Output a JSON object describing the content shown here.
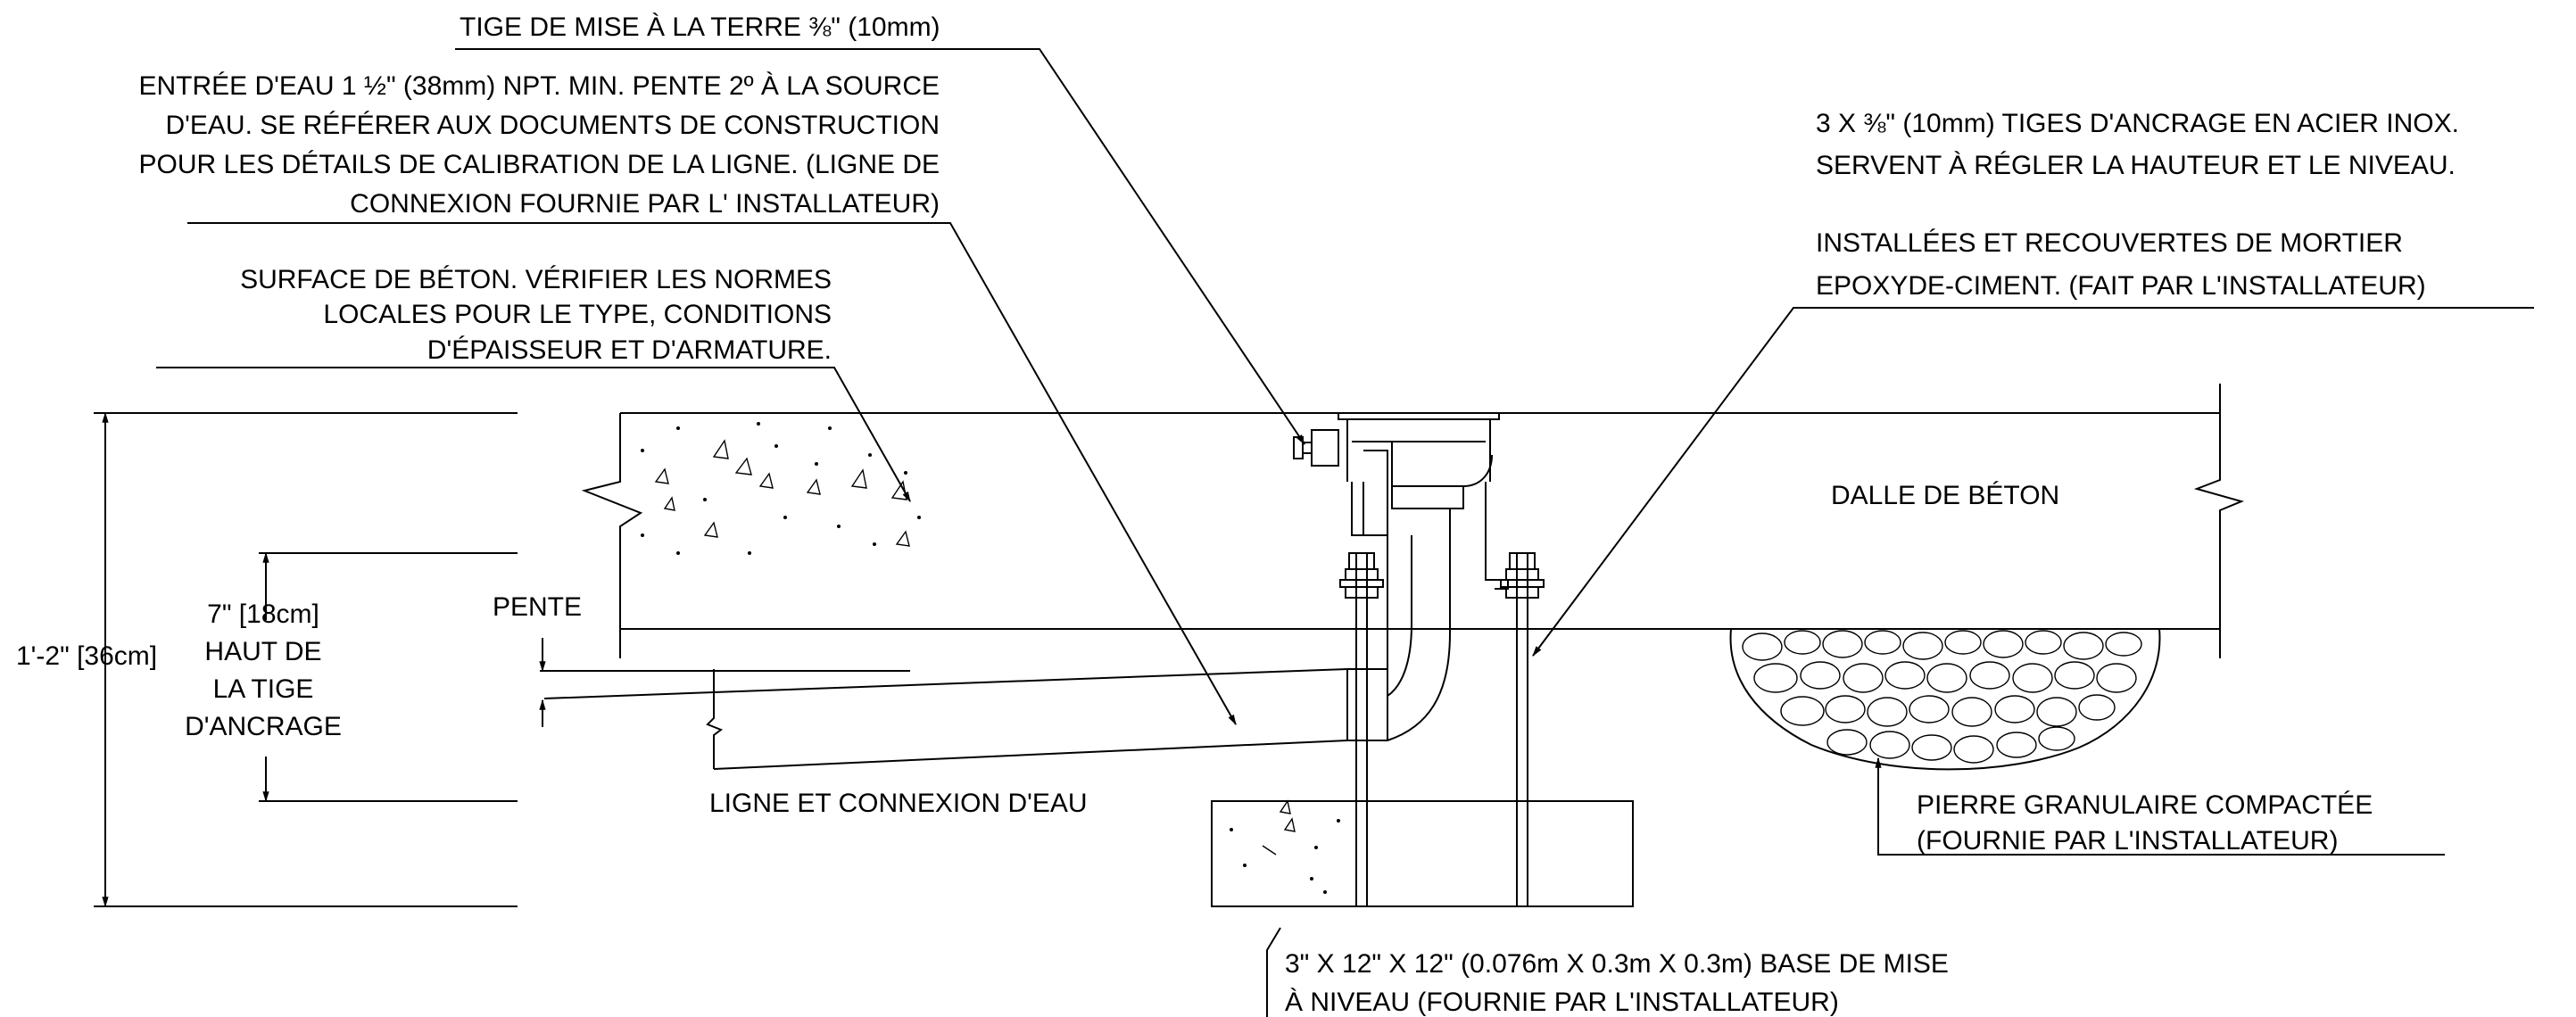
{
  "labels": {
    "ground_rod": "TIGE DE MISE À LA TERRE ⅜\" (10mm)",
    "water_inlet": [
      "ENTRÉE D'EAU 1 ½\" (38mm)  NPT. MIN. PENTE 2º À LA SOURCE",
      "D'EAU. SE RÉFÉRER AUX DOCUMENTS DE CONSTRUCTION",
      "POUR LES DÉTAILS DE CALIBRATION DE LA LIGNE. (LIGNE DE",
      "CONNEXION FOURNIE PAR L' INSTALLATEUR)"
    ],
    "concrete_surface": [
      "SURFACE DE BÉTON. VÉRIFIER LES NORMES",
      "LOCALES POUR LE TYPE, CONDITIONS",
      "D'ÉPAISSEUR ET D'ARMATURE."
    ],
    "anchor_rods": [
      "3 X ⅜\" (10mm) TIGES D'ANCRAGE EN ACIER INOX.",
      "SERVENT À RÉGLER LA HAUTEUR ET LE NIVEAU."
    ],
    "installed_mortar": [
      "INSTALLÉES ET RECOUVERTES DE MORTIER",
      "EPOXYDE-CIMENT. (FAIT PAR L'INSTALLATEUR)"
    ],
    "concrete_slab": "DALLE DE BÉTON",
    "slope": "PENTE",
    "rod_height": [
      "7\" [18cm]",
      "HAUT DE",
      "LA TIGE",
      "D'ANCRAGE"
    ],
    "total_height": "1'-2\" [36cm]",
    "water_line": "LIGNE ET CONNEXION D'EAU",
    "granular_stone": [
      "PIERRE GRANULAIRE COMPACTÉE",
      "(FOURNIE PAR L'INSTALLATEUR)"
    ],
    "leveling_base": [
      "3\" X 12\" X 12\" (0.076m X 0.3m X 0.3m)  BASE DE MISE",
      "À NIVEAU (FOURNIE PAR L'INSTALLATEUR)"
    ]
  },
  "colors": {
    "line": "#000000",
    "background": "#ffffff"
  }
}
